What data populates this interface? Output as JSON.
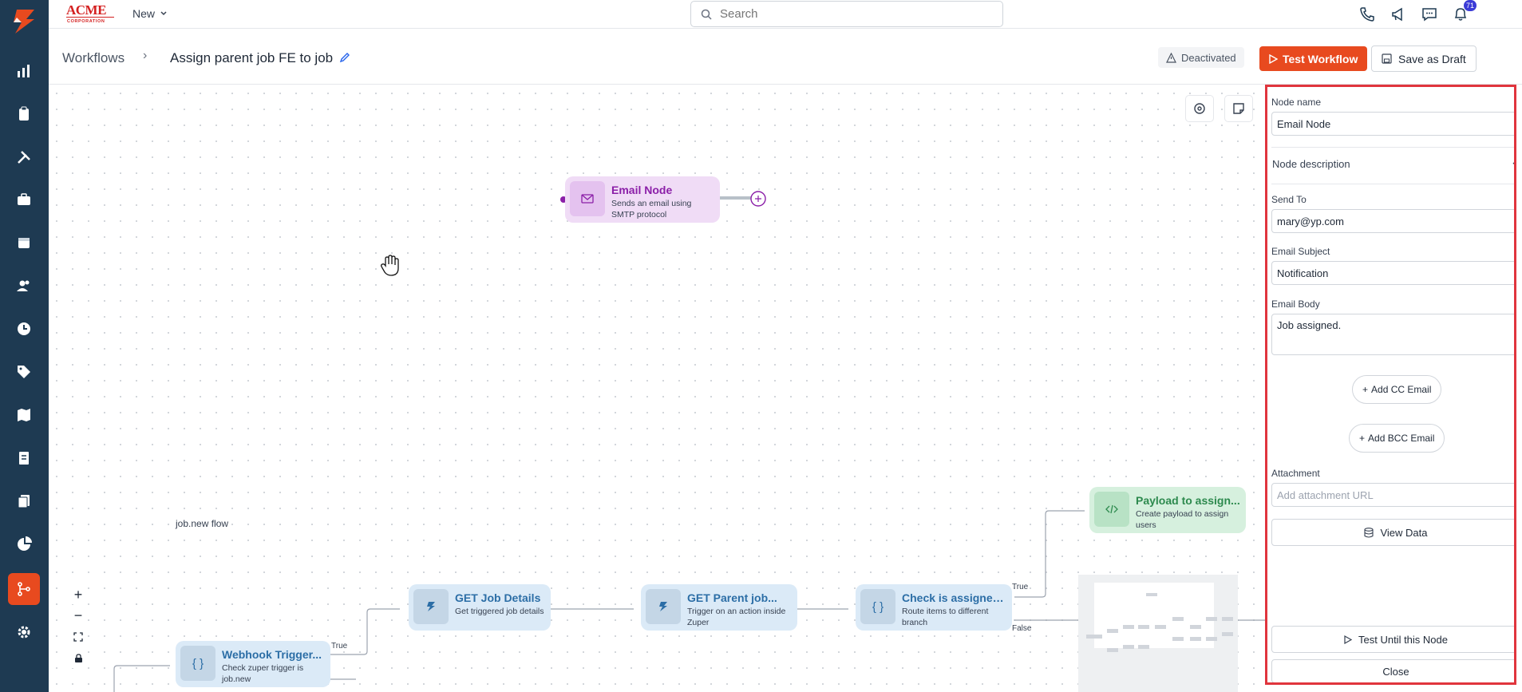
{
  "brand": {
    "name_line1": "ACME",
    "name_line2": "CORPORATION",
    "accent_color": "#e84a1f",
    "sidebar_color": "#1e3a52"
  },
  "topbar": {
    "new_label": "New",
    "search_placeholder": "Search",
    "notification_count": "71",
    "icons": [
      "phone-icon",
      "megaphone-icon",
      "chat-icon",
      "bell-icon"
    ]
  },
  "sidebar": {
    "items": [
      {
        "name": "dashboard-icon"
      },
      {
        "name": "clipboard-icon"
      },
      {
        "name": "tools-icon"
      },
      {
        "name": "briefcase-icon"
      },
      {
        "name": "calendar-icon"
      },
      {
        "name": "users-icon"
      },
      {
        "name": "clock-icon"
      },
      {
        "name": "tag-icon"
      },
      {
        "name": "map-icon"
      },
      {
        "name": "invoice-icon"
      },
      {
        "name": "documents-icon"
      },
      {
        "name": "reports-icon"
      },
      {
        "name": "workflow-icon",
        "active": true
      },
      {
        "name": "settings-icon"
      }
    ]
  },
  "header": {
    "breadcrumb_root": "Workflows",
    "breadcrumb_sep": "›",
    "title": "Assign parent job FE to job",
    "status": "Deactivated",
    "test_button": "Test Workflow",
    "draft_button": "Save as Draft"
  },
  "canvas": {
    "flow_tag": "job.new flow",
    "nodes": {
      "email": {
        "title": "Email Node",
        "desc": "Sends an email using SMTP protocol"
      },
      "webhook": {
        "title": "Webhook Trigger...",
        "desc": "Check zuper trigger is job.new"
      },
      "get_job": {
        "title": "GET Job Details",
        "desc": "Get triggered job details"
      },
      "get_parent": {
        "title": "GET Parent job...",
        "desc": "Trigger on an action inside Zuper"
      },
      "check": {
        "title": "Check is assigned...",
        "desc": "Route items to different branch"
      },
      "payload": {
        "title": "Payload to assign...",
        "desc": "Create payload to assign users"
      }
    },
    "edge_labels": {
      "true_1": "True",
      "true_2": "True",
      "false_1": "False"
    },
    "zoom": {
      "in": "+",
      "out": "−"
    }
  },
  "panel": {
    "node_name_label": "Node name",
    "node_name_value": "Email Node",
    "node_description_label": "Node description",
    "send_to_label": "Send To",
    "send_to_value": "mary@yp.com",
    "subject_label": "Email Subject",
    "subject_value": "Notification",
    "body_label": "Email Body",
    "body_value": "Job assigned.",
    "add_cc": "Add CC Email",
    "add_bcc": "Add BCC Email",
    "attachment_label": "Attachment",
    "attachment_placeholder": "Add attachment URL",
    "view_data": "View Data",
    "test_until": "Test Until this Node",
    "close": "Close"
  }
}
